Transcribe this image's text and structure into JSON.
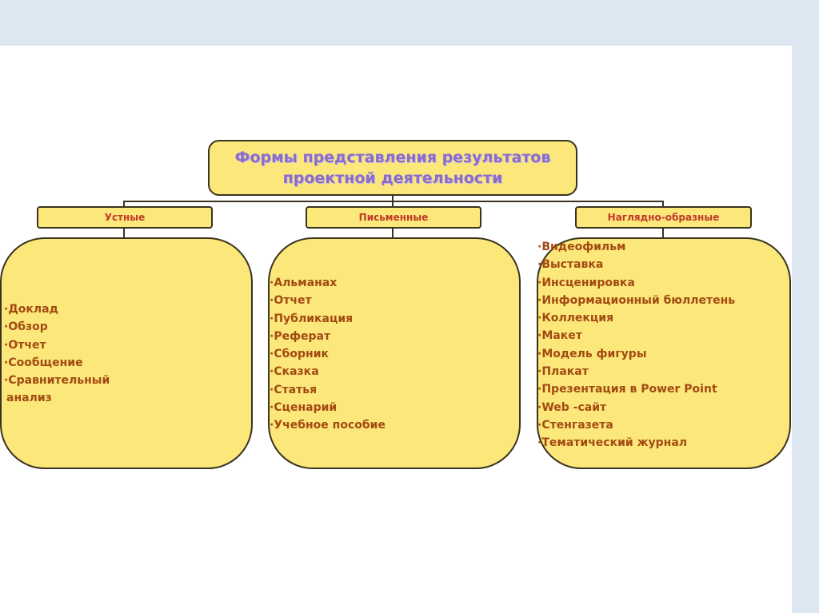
{
  "title": {
    "line1": "Формы представления результатов",
    "line2": "проектной деятельности"
  },
  "categories": [
    {
      "label": "Устные",
      "items": [
        "Доклад",
        "Обзор",
        "Отчет",
        "Сообщение",
        "Сравнительный",
        "анализ"
      ]
    },
    {
      "label": "Письменные",
      "items": [
        "Альманах",
        "Отчет",
        "Публикация",
        "Реферат",
        "Сборник",
        "Сказка",
        "Статья",
        "Сценарий",
        "Учебное пособие"
      ]
    },
    {
      "label": "Наглядно-образные",
      "items": [
        "Видеофильм",
        "Выставка",
        "Инсценировка",
        "Информационный бюллетень",
        "Коллекция",
        "Макет",
        "Модель фигуры",
        "Плакат",
        "Презентация в Power Point",
        "Web -сайт",
        "Стенгазета",
        "Тематический журнал"
      ]
    }
  ],
  "colors": {
    "box_fill": "#fbe77a",
    "title_text": "#8a6cc9",
    "category_text": "#c0392b",
    "item_text": "#a34a12"
  }
}
